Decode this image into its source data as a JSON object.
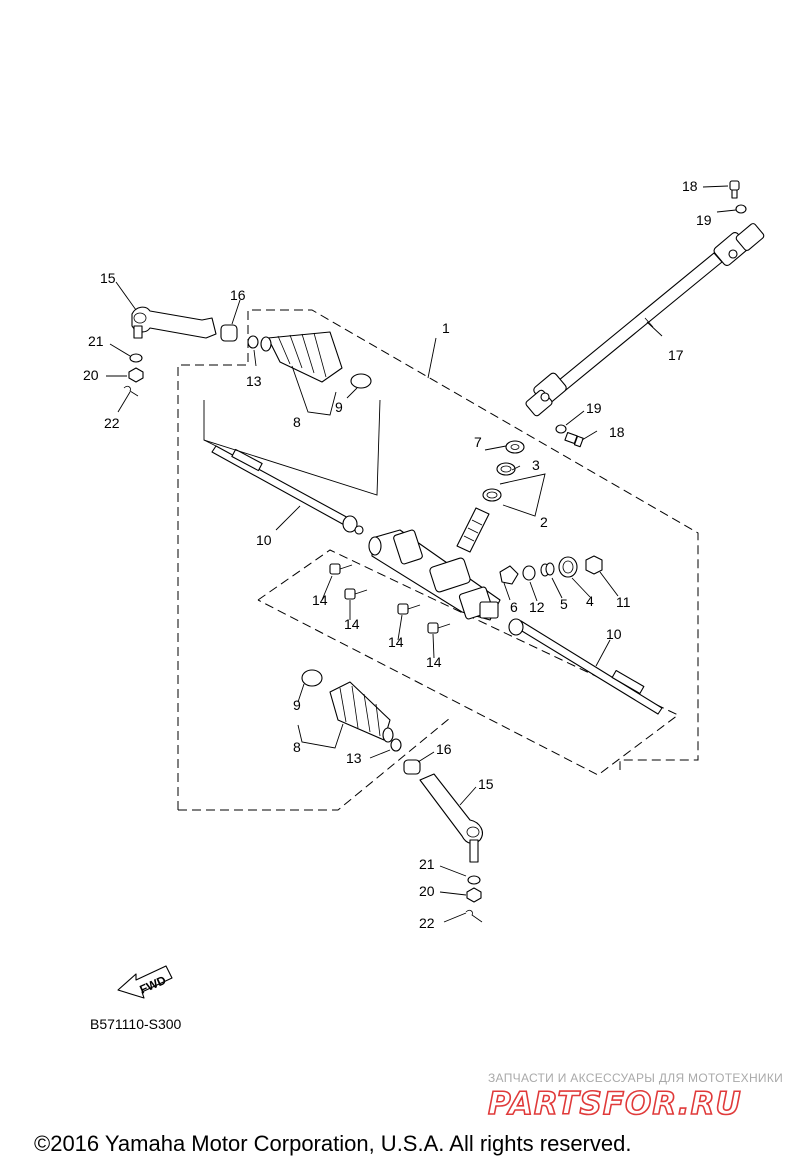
{
  "diagram_code": "B571110-S300",
  "fwd_label": "FWD",
  "watermark": {
    "tagline": "ЗАПЧАСТИ И АКСЕССУАРЫ ДЛЯ МОТОТЕХНИКИ",
    "brand": "PARTSFOR.RU"
  },
  "copyright": "©2016 Yamaha Motor Corporation, U.S.A. All rights reserved.",
  "callouts": {
    "c1": "1",
    "c2": "2",
    "c3": "3",
    "c4": "4",
    "c5": "5",
    "c6": "6",
    "c7": "7",
    "c8a": "8",
    "c8b": "8",
    "c9a": "9",
    "c9b": "9",
    "c10a": "10",
    "c10b": "10",
    "c11": "11",
    "c12": "12",
    "c13a": "13",
    "c13b": "13",
    "c14a": "14",
    "c14b": "14",
    "c14c": "14",
    "c14d": "14",
    "c15a": "15",
    "c15b": "15",
    "c16a": "16",
    "c16b": "16",
    "c17": "17",
    "c18a": "18",
    "c18b": "18",
    "c19a": "19",
    "c19b": "19",
    "c20a": "20",
    "c20b": "20",
    "c21a": "21",
    "c21b": "21",
    "c22a": "22",
    "c22b": "22"
  }
}
